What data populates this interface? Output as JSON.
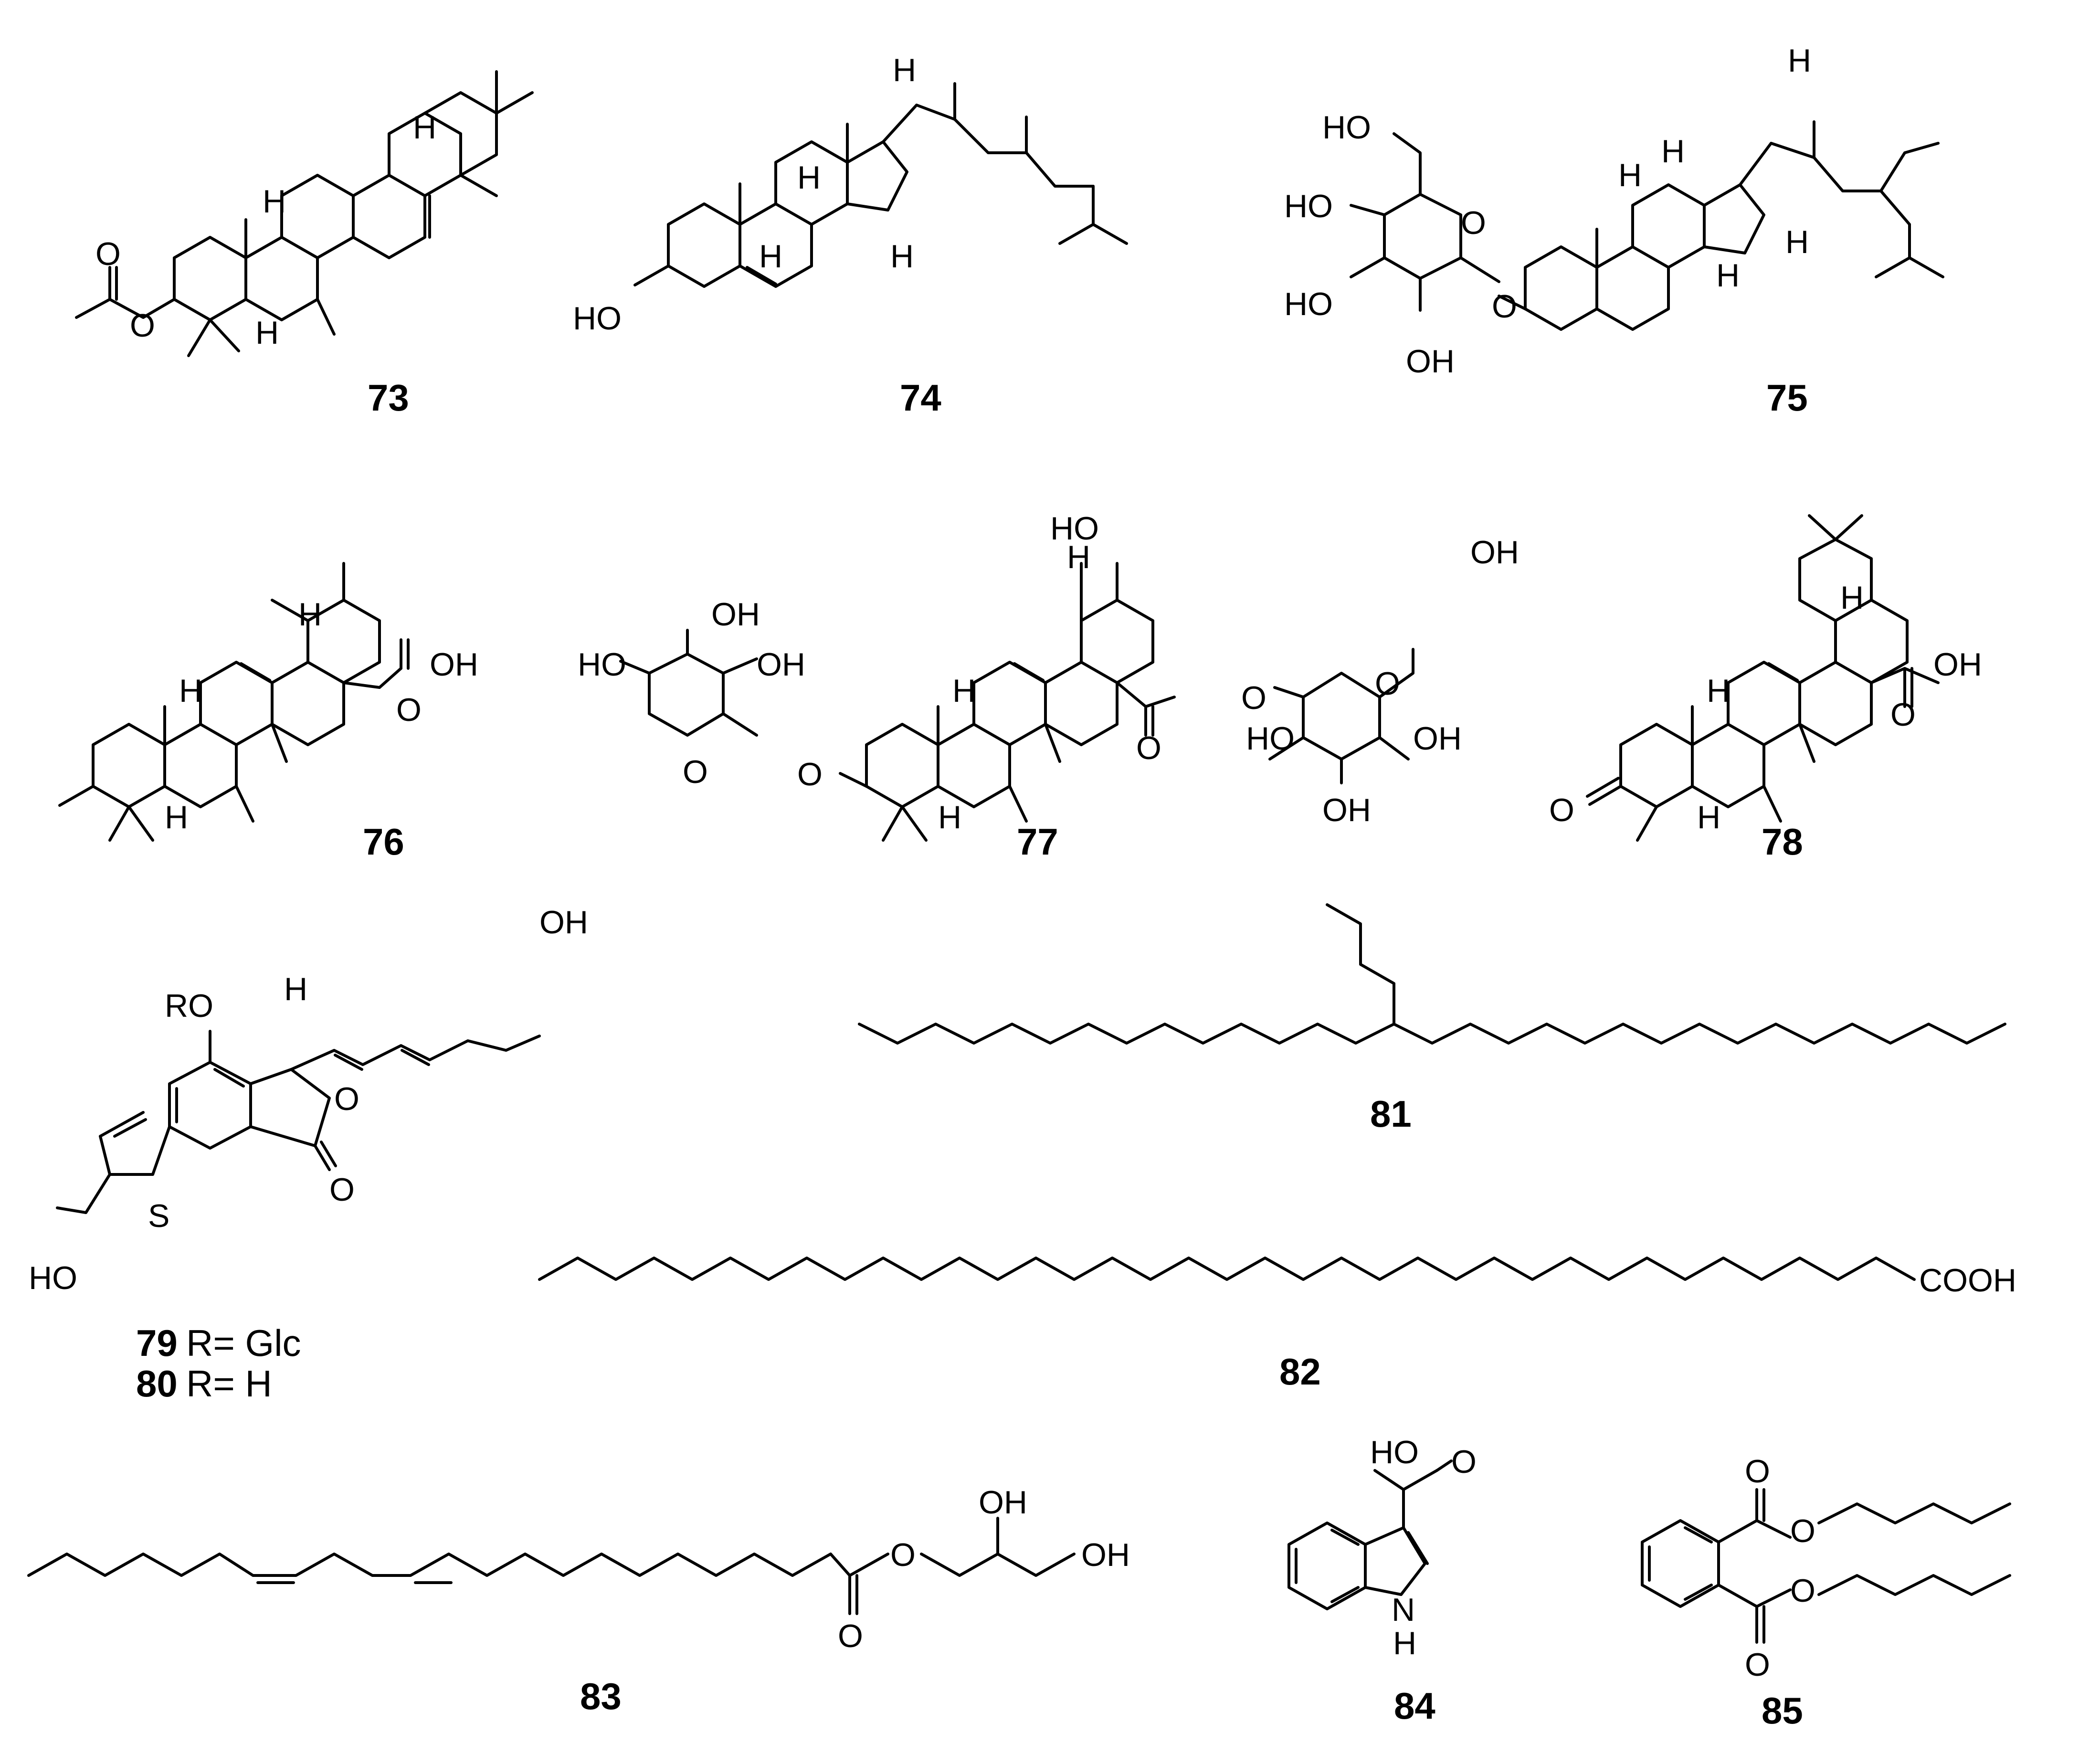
{
  "compound_numbers": [
    "73",
    "74",
    "75",
    "76",
    "77",
    "78",
    "79",
    "80",
    "81",
    "82",
    "83",
    "84",
    "85"
  ],
  "substituent_notes": [
    {
      "number": "79",
      "text": "R= Glc"
    },
    {
      "number": "80",
      "text": "R= H"
    }
  ],
  "atom_labels": {
    "H": "H",
    "O": "O",
    "HO": "HO",
    "OH": "OH",
    "S": "S",
    "RO": "RO",
    "COOH": "COOH",
    "N": "N",
    "H_short": "H"
  },
  "colors": {
    "background": "#ffffff",
    "ink": "#000000"
  }
}
